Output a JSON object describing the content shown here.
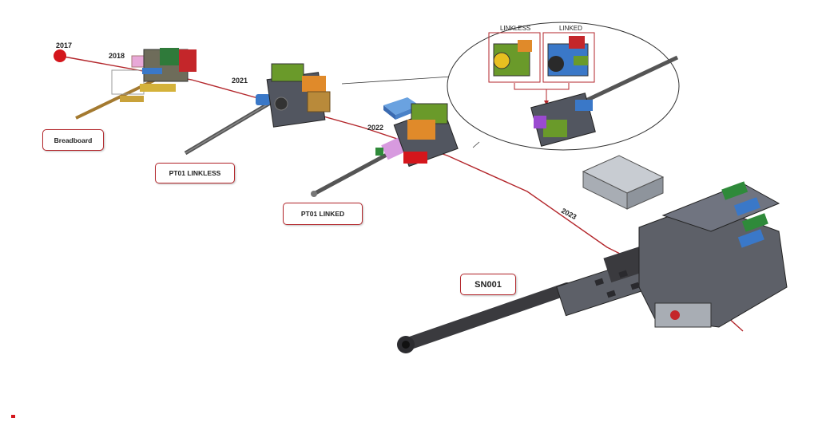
{
  "timeline": {
    "years": [
      "2017",
      "2018",
      "2021",
      "2022",
      "2023"
    ]
  },
  "stages": {
    "breadboard": "Breadboard",
    "pt01_linkless": "PT01 LINKLESS",
    "pt01_linked": "PT01 LINKED",
    "sn001": "SN001"
  },
  "inset": {
    "linkless_label": "LINKLESS",
    "linked_label": "LINKED"
  },
  "colors": {
    "timeline": "#b3262b",
    "dot": "#d4161c",
    "gun_body": "#5d6068",
    "barrel": "#4a4a4f",
    "brass": "#b98a3a",
    "green": "#6a9a2a",
    "orange": "#e08a2a",
    "blue": "#3a78c8",
    "red": "#c4262a"
  }
}
